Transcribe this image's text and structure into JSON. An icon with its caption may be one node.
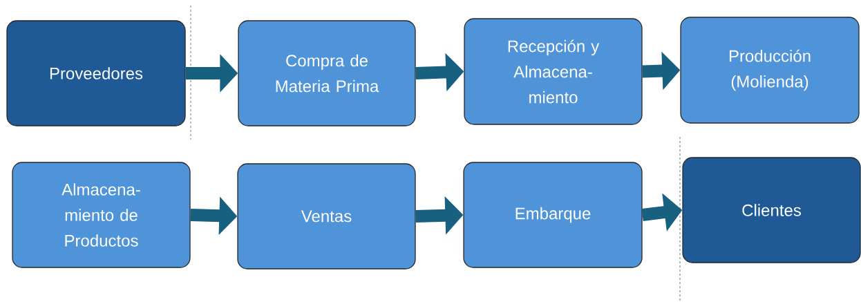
{
  "diagram": {
    "nodes": [
      {
        "text": [
          "Proveedores"
        ]
      },
      {
        "text": [
          "Compra de Materia Prima"
        ]
      },
      {
        "text": [
          "Recepción y Almacena- miento"
        ]
      },
      {
        "text": [
          "Producción (Molienda)"
        ]
      },
      {
        "text": [
          "Almacena- miento de Productos"
        ]
      },
      {
        "text": [
          "Ventas"
        ]
      },
      {
        "text": [
          "Embarque"
        ]
      },
      {
        "text": [
          "Clientes"
        ]
      }
    ],
    "edges": [
      {
        "from": 0,
        "to": 1,
        "arrow": "to"
      },
      {
        "from": 1,
        "to": 2,
        "arrow": "to"
      },
      {
        "from": 2,
        "to": 3,
        "arrow": "to"
      },
      {
        "from": 4,
        "to": 5,
        "arrow": "to"
      },
      {
        "from": 5,
        "to": 6,
        "arrow": "to"
      },
      {
        "from": 6,
        "to": 7,
        "arrow": "to"
      }
    ]
  }
}
